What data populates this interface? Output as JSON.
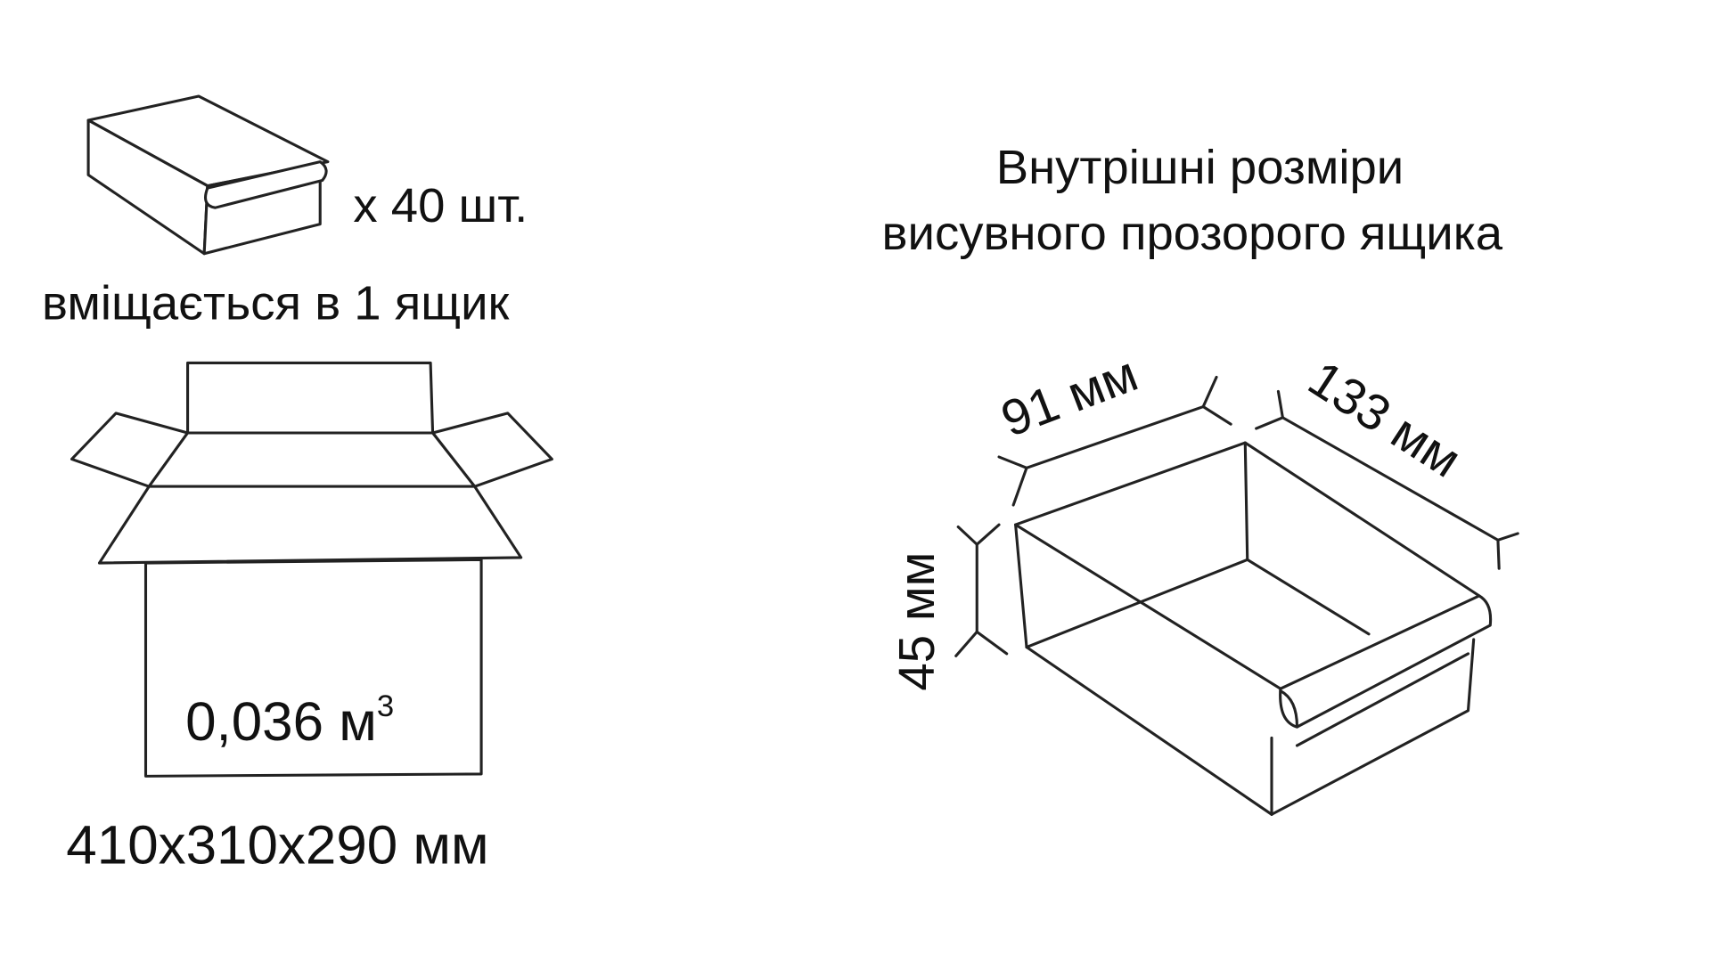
{
  "left": {
    "quantity_label": "x 40 шт.",
    "fits_label": "вміщається в 1 ящик",
    "volume_value": "0,036 м",
    "volume_superscript": "3",
    "carton_dimensions": "410x310x290 мм"
  },
  "right": {
    "title_line1": "Внутрішні розміри",
    "title_line2": "висувного прозорого ящика",
    "width_label": "91 мм",
    "depth_label": "133 мм",
    "height_label": "45 мм"
  }
}
